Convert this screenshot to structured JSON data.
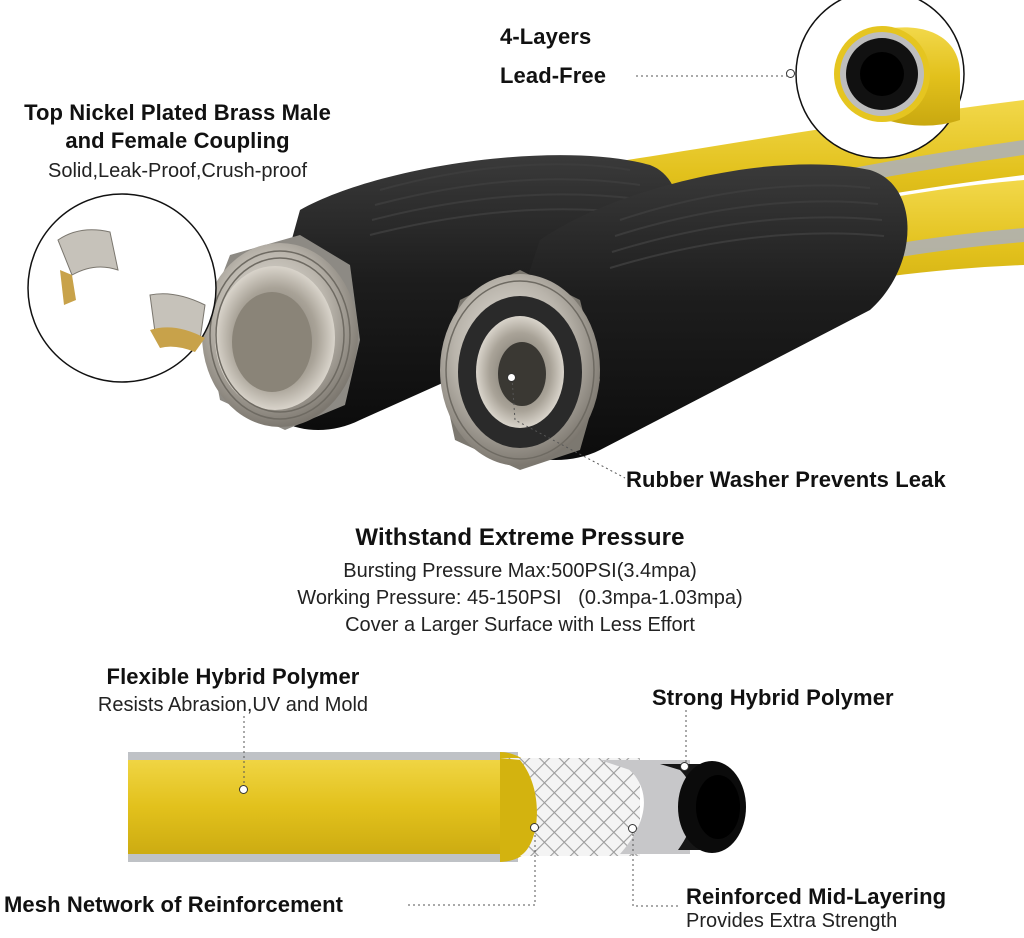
{
  "top_left": {
    "title_line1": "Top Nickel Plated Brass Male",
    "title_line2": "and Female Coupling",
    "subtitle": "Solid,Leak-Proof,Crush-proof"
  },
  "top_right": {
    "line1": "4-Layers",
    "line2": "Lead-Free"
  },
  "washer": {
    "label": "Rubber Washer Prevents Leak"
  },
  "pressure": {
    "title": "Withstand Extreme Pressure",
    "line1": "Bursting Pressure Max:500PSI(3.4mpa)",
    "line2": "Working Pressure: 45-150PSI   (0.3mpa-1.03mpa)",
    "line3": "Cover a Larger Surface with Less Effort"
  },
  "layers": {
    "flex_title": "Flexible Hybrid Polymer",
    "flex_sub": "Resists Abrasion,UV and Mold",
    "strong_title": "Strong Hybrid Polymer",
    "mesh_title": "Mesh Network of Reinforcement",
    "mid_title": "Reinforced Mid-Layering",
    "mid_sub": "Provides Extra Strength"
  },
  "colors": {
    "hose_yellow": "#e3c21f",
    "hose_stripe": "#b8b8b8",
    "fitting_black": "#1c1c1c",
    "brass_nickel": "#c9c4bb"
  }
}
